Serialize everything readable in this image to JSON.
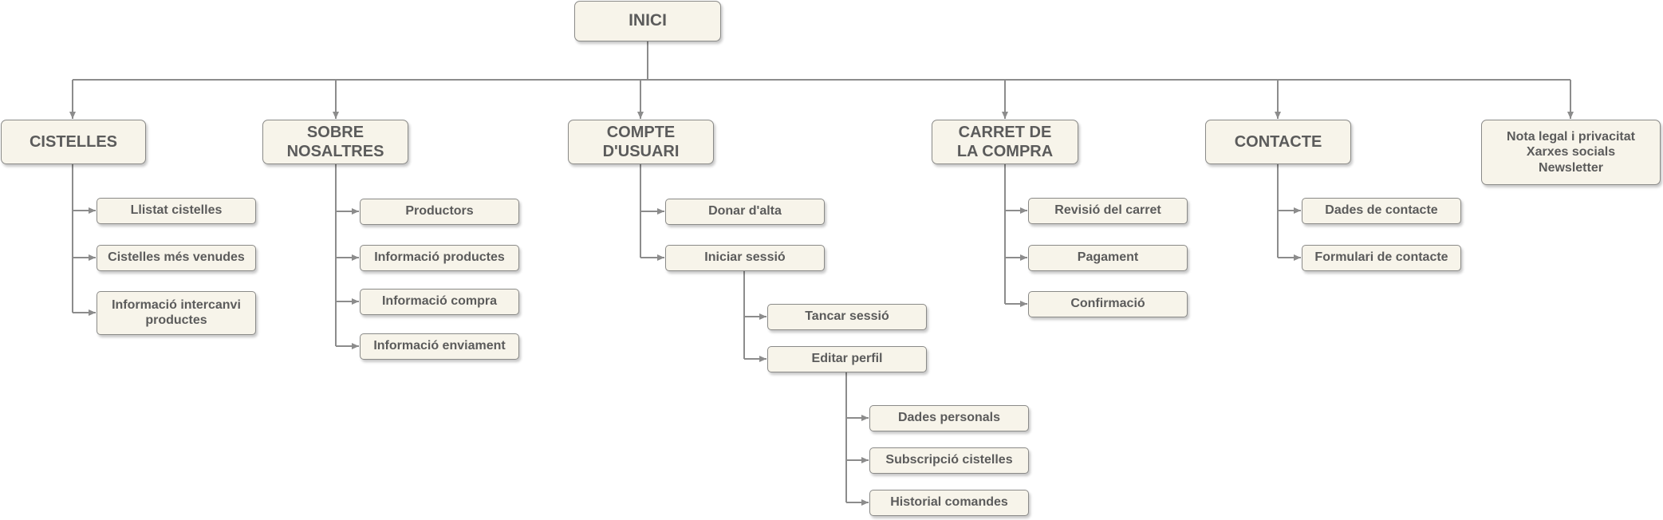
{
  "colors": {
    "box_fill": "#f7f4ea",
    "box_border": "#8a8a88",
    "text": "#5b5b5b",
    "connector": "#8c8c8c"
  },
  "root": {
    "label": "INICI"
  },
  "sections": [
    {
      "label": "CISTELLES",
      "items": [
        {
          "label": "Llistat cistelles"
        },
        {
          "label": "Cistelles més venudes"
        },
        {
          "label": "Informació intercanvi\nproductes"
        }
      ]
    },
    {
      "label": "SOBRE\nNOSALTRES",
      "items": [
        {
          "label": "Productors"
        },
        {
          "label": "Informació productes"
        },
        {
          "label": "Informació compra"
        },
        {
          "label": "Informació enviament"
        }
      ]
    },
    {
      "label": "COMPTE\nD'USUARI",
      "items": [
        {
          "label": "Donar d'alta"
        },
        {
          "label": "Iniciar sessió",
          "items": [
            {
              "label": "Tancar sessió"
            },
            {
              "label": "Editar perfil",
              "items": [
                {
                  "label": "Dades personals"
                },
                {
                  "label": "Subscripció cistelles"
                },
                {
                  "label": "Historial comandes"
                }
              ]
            }
          ]
        }
      ]
    },
    {
      "label": "CARRET DE\nLA COMPRA",
      "items": [
        {
          "label": "Revisió del carret"
        },
        {
          "label": "Pagament"
        },
        {
          "label": "Confirmació"
        }
      ]
    },
    {
      "label": "CONTACTE",
      "items": [
        {
          "label": "Dades de contacte"
        },
        {
          "label": "Formulari de contacte"
        }
      ]
    },
    {
      "label": "Nota legal i privacitat\nXarxes socials\nNewsletter",
      "items": []
    }
  ]
}
